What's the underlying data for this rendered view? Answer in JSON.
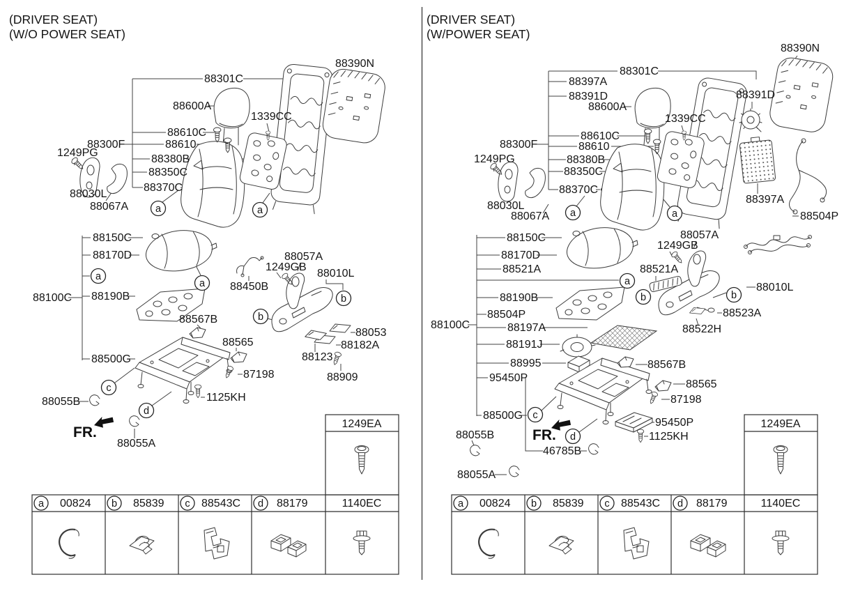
{
  "panels": {
    "left": {
      "title_line1": "(DRIVER SEAT)",
      "title_line2": "(W/O POWER SEAT)"
    },
    "right": {
      "title_line1": "(DRIVER SEAT)",
      "title_line2": "(W/POWER SEAT)"
    }
  },
  "fr_label": "FR.",
  "markers": {
    "a": "a",
    "b": "b",
    "c": "c",
    "d": "d"
  },
  "parts": {
    "88301C": "88301C",
    "88600A": "88600A",
    "1339CC": "1339CC",
    "88610C": "88610C",
    "88610": "88610",
    "88300F": "88300F",
    "88380B": "88380B",
    "88350C": "88350C",
    "88370C": "88370C",
    "1249PG": "1249PG",
    "88030L": "88030L",
    "88067A": "88067A",
    "88390N": "88390N",
    "88150C": "88150C",
    "88170D": "88170D",
    "88100C": "88100C",
    "88190B": "88190B",
    "88450B": "88450B",
    "1249GB": "1249GB",
    "88057A": "88057A",
    "88010L": "88010L",
    "88567B": "88567B",
    "88565": "88565",
    "88500G": "88500G",
    "87198": "87198",
    "88053": "88053",
    "88182A": "88182A",
    "88123": "88123",
    "88909": "88909",
    "1125KH": "1125KH",
    "88055B": "88055B",
    "88055A": "88055A",
    "88397A": "88397A",
    "88391D": "88391D",
    "88504P": "88504P",
    "88521A": "88521A",
    "88197A": "88197A",
    "88191J": "88191J",
    "88995": "88995",
    "95450P": "95450P",
    "88523A": "88523A",
    "88522H": "88522H",
    "46785B": "46785B"
  },
  "legend": {
    "rows": [
      {
        "marker": "a",
        "part": "00824",
        "icon": "hog-ring-clip"
      },
      {
        "marker": "b",
        "part": "85839",
        "icon": "wire-harness-clip"
      },
      {
        "marker": "c",
        "part": "88543C",
        "icon": "double-hook-clamp-clip"
      },
      {
        "marker": "d",
        "part": "88179",
        "icon": "double-box-clip"
      },
      {
        "marker": "",
        "part": "1140EC",
        "icon": "hex-flange-bolt"
      }
    ],
    "screw_column": {
      "part": "1249EA",
      "icon": "tapping-screw"
    },
    "bolt_column": {
      "part": "1140EC",
      "icon": "hex-flange-bolt"
    }
  }
}
